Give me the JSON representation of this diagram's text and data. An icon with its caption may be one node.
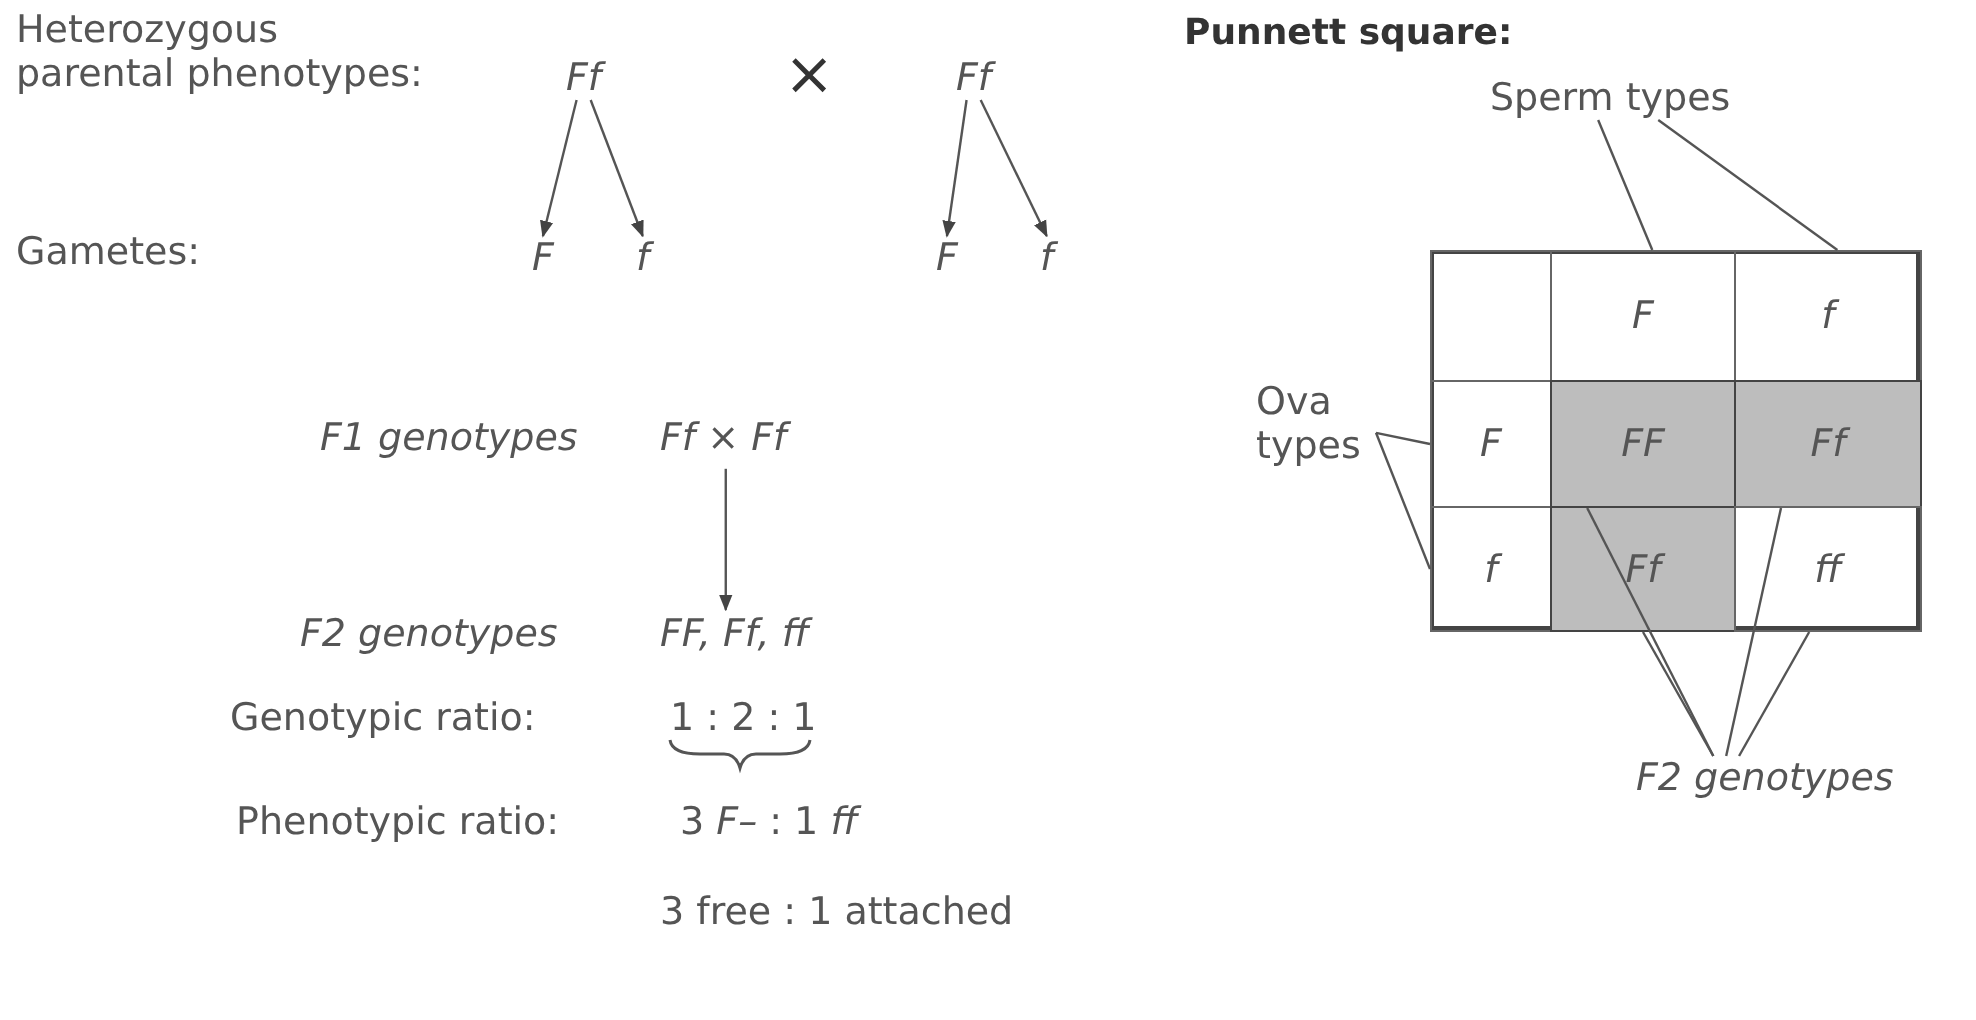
{
  "diagram": {
    "nodes": [
      {
        "text": [
          "Ff"
        ]
      },
      {
        "text": [
          "Ff"
        ]
      },
      {
        "text": [
          "F"
        ]
      },
      {
        "text": [
          "f"
        ]
      },
      {
        "text": [
          "F"
        ]
      },
      {
        "text": [
          "f"
        ]
      },
      {
        "text": [
          "Ff × Ff"
        ]
      },
      {
        "text": [
          "FF, Ff, ff"
        ]
      },
      {
        "text": [],
        "shape": "box"
      },
      {
        "text": [],
        "shape": "box",
        "in": 8
      },
      {
        "text": [
          "F"
        ],
        "in": 8
      },
      {
        "text": [
          "f"
        ],
        "in": 8
      },
      {
        "text": [
          "F"
        ],
        "in": 8
      },
      {
        "text": [
          "FF"
        ],
        "in": 8
      },
      {
        "text": [
          "Ff"
        ],
        "in": 8
      },
      {
        "text": [
          "f"
        ],
        "in": 8
      },
      {
        "text": [
          "Ff"
        ],
        "in": 8
      },
      {
        "text": [
          "ff"
        ],
        "in": 8
      },
      {
        "text": [
          "Sperm types"
        ]
      },
      {
        "text": [
          "Ova types"
        ]
      },
      {
        "text": [
          "F2 genotypes"
        ]
      }
    ],
    "edges": [
      {
        "from": 0,
        "to": 2,
        "arrow": "to"
      },
      {
        "from": 0,
        "to": 3,
        "arrow": "to"
      },
      {
        "from": 1,
        "to": 4,
        "arrow": "to"
      },
      {
        "from": 1,
        "to": 5,
        "arrow": "to"
      },
      {
        "from": 6,
        "to": 7,
        "arrow": "to"
      },
      {
        "from": 18,
        "to": 10,
        "arrow": "none"
      },
      {
        "from": 18,
        "to": 11,
        "arrow": "none"
      },
      {
        "from": 19,
        "to": 12,
        "arrow": "none"
      },
      {
        "from": 19,
        "to": 15,
        "arrow": "none"
      },
      {
        "from": 20,
        "to": 13,
        "arrow": "none"
      },
      {
        "from": 20,
        "to": 16,
        "arrow": "none"
      },
      {
        "from": 20,
        "to": 14,
        "arrow": "none"
      },
      {
        "from": 20,
        "to": 17,
        "arrow": "none"
      }
    ],
    "labels": [
      "Punnett square:",
      "Heterozygous parental phenotypes:",
      "×",
      "Gametes:",
      "F1 genotypes",
      "F2 genotypes",
      "Genotypic ratio:",
      "1 : 2 : 1",
      "Phenotypic ratio:",
      "3 *F–* : 1 *ff*",
      "3 free : 1 attached"
    ]
  }
}
